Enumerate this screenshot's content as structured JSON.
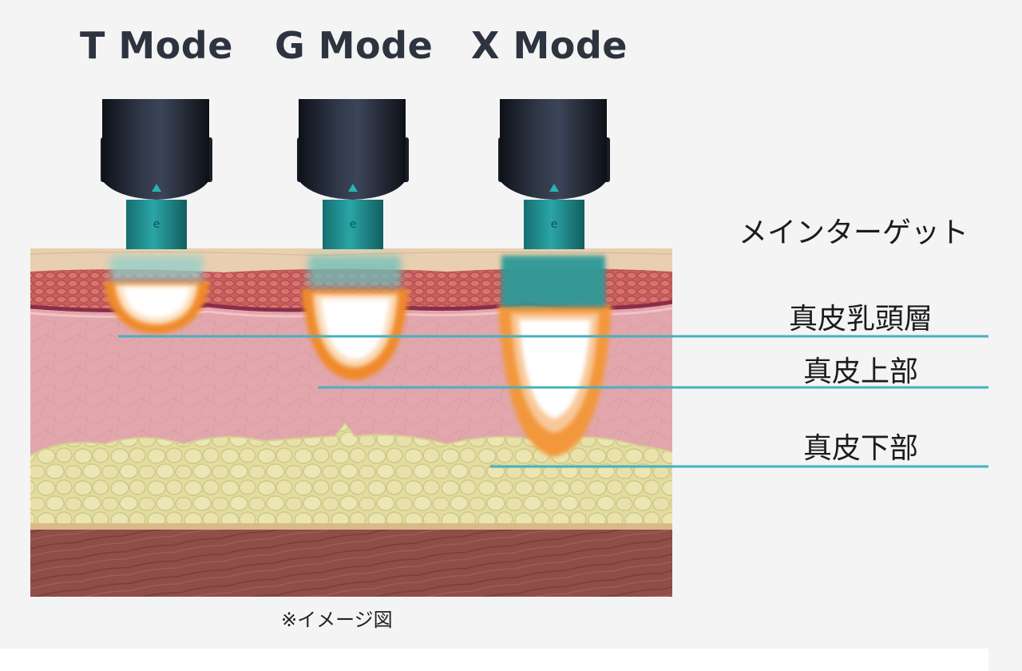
{
  "modes": [
    {
      "label": "T Mode"
    },
    {
      "label": "G Mode"
    },
    {
      "label": "X Mode"
    }
  ],
  "main_target_label": "メインターゲット",
  "layers": [
    {
      "label": "真皮乳頭層"
    },
    {
      "label": "真皮上部"
    },
    {
      "label": "真皮下部"
    }
  ],
  "caption": "※イメージ図",
  "colors": {
    "probe_body": "#1b1f2a",
    "probe_tip": "#1f8f91",
    "indicator_line": "#46b1bf",
    "dermis": "#e3aab0",
    "fat": "#e6dfa3",
    "muscle": "#8f4f48",
    "epidermis": "#e9cfae",
    "heat_core": "#ffffff",
    "heat_ring": "#ef8a2c"
  }
}
